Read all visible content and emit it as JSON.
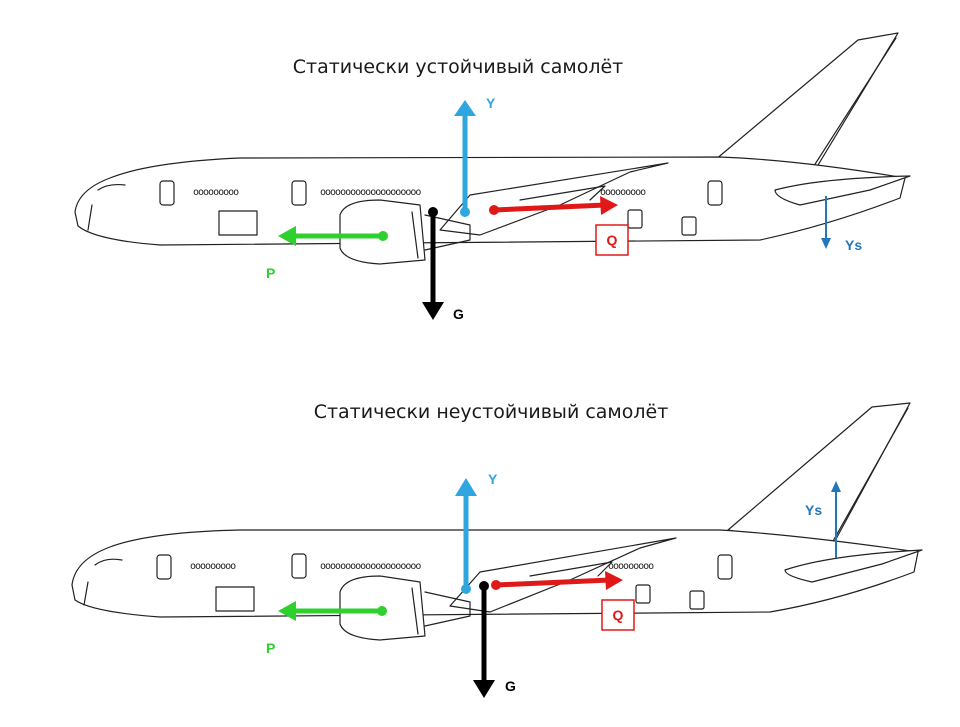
{
  "colors": {
    "lift": "#2fa6e0",
    "thrust": "#2ed02e",
    "weight": "#000000",
    "drag": "#e01818",
    "tail": "#2277bb"
  },
  "diagrams": [
    {
      "title": "Статически устойчивый самолёт",
      "labels": {
        "lift": "Y",
        "thrust": "P",
        "weight": "G",
        "drag": "Q",
        "tail": "Ys"
      },
      "tail_force_direction": "down"
    },
    {
      "title": "Статически неустойчивый самолёт",
      "labels": {
        "lift": "Y",
        "thrust": "P",
        "weight": "G",
        "drag": "Q",
        "tail": "Ys"
      },
      "tail_force_direction": "up"
    }
  ]
}
